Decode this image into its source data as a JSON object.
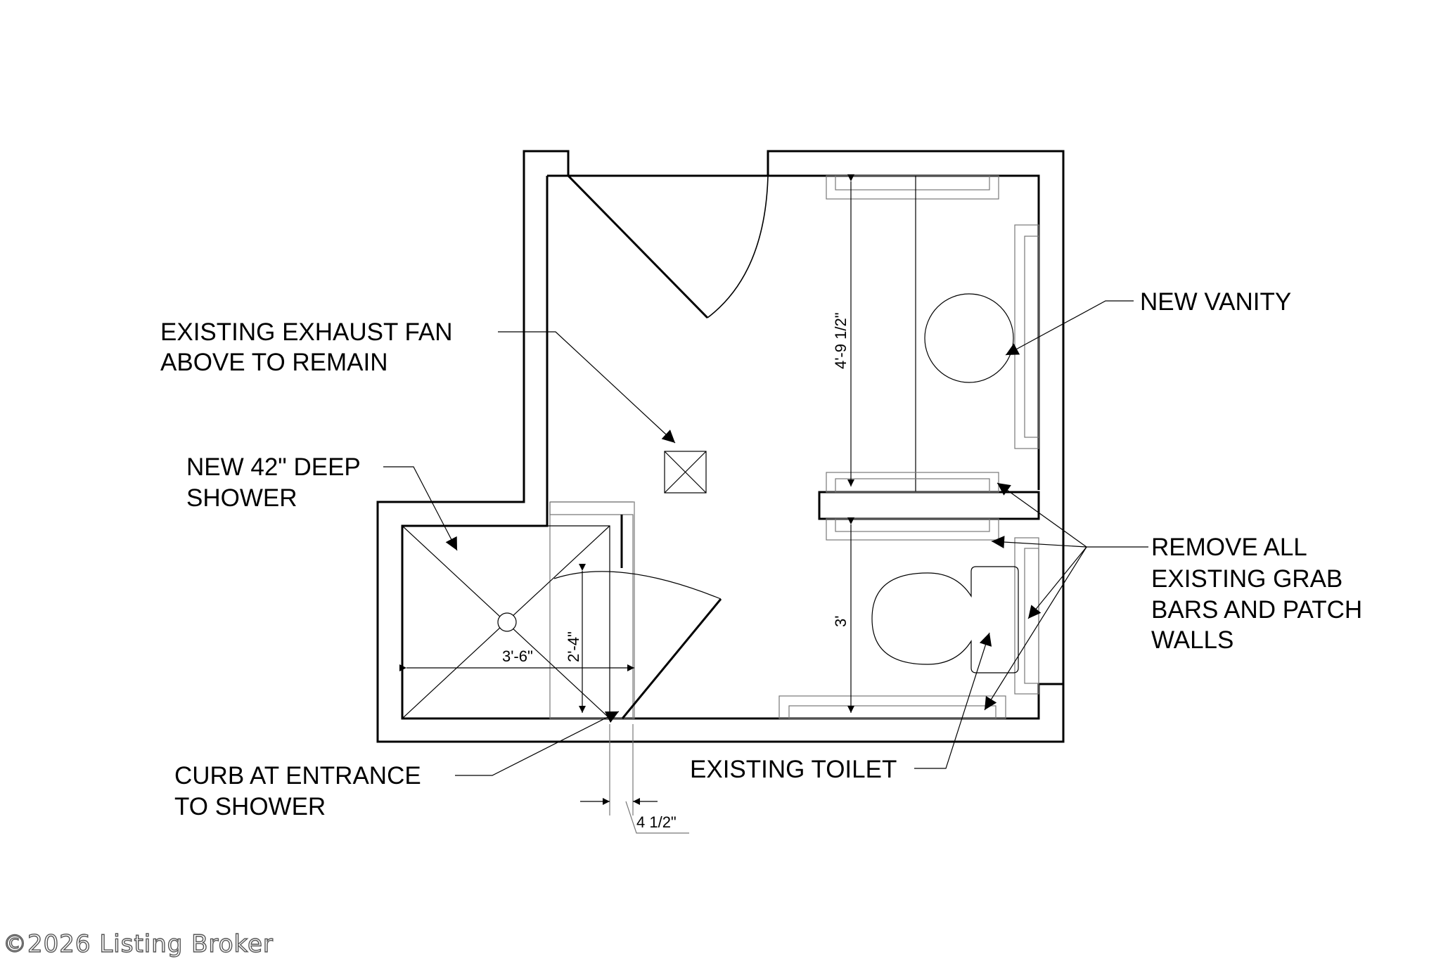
{
  "labels": {
    "exhaust_fan_1": "EXISTING EXHAUST FAN",
    "exhaust_fan_2": "ABOVE TO REMAIN",
    "shower_1": "NEW 42\" DEEP",
    "shower_2": "SHOWER",
    "curb_1": "CURB AT ENTRANCE",
    "curb_2": "TO SHOWER",
    "vanity": "NEW VANITY",
    "grab_1": "REMOVE ALL",
    "grab_2": "EXISTING GRAB",
    "grab_3": "BARS AND PATCH",
    "grab_4": "WALLS",
    "toilet": "EXISTING TOILET"
  },
  "dimensions": {
    "vanity_wall": "4'-9 1/2\"",
    "toilet_space": "3'",
    "shower_width": "3'-6\"",
    "shower_door": "2'-4\"",
    "curb_width": "4 1/2\""
  },
  "watermark": "©2026 Listing Broker"
}
